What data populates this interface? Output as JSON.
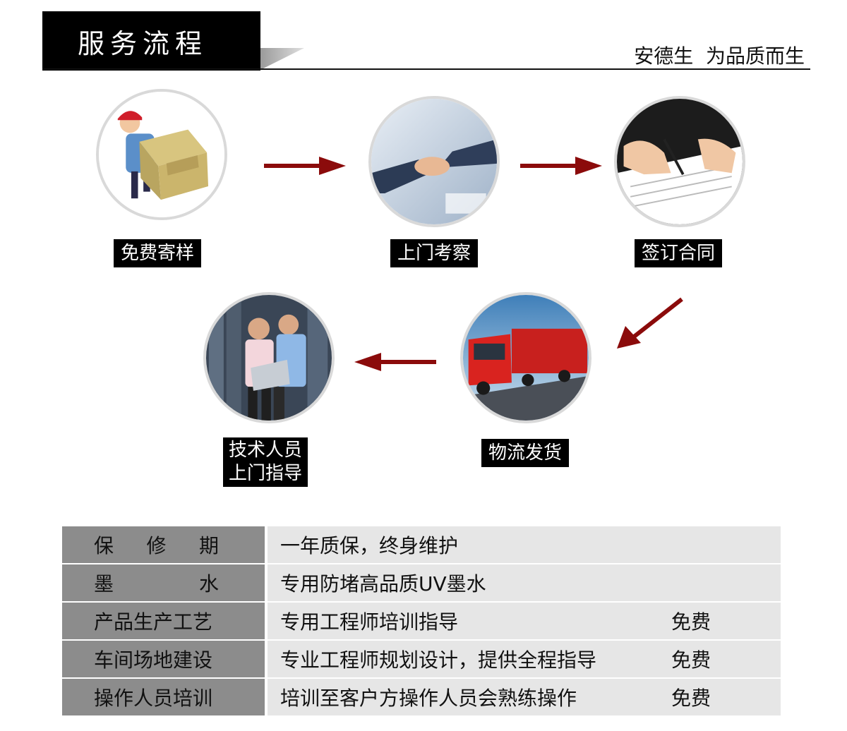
{
  "header": {
    "title": "服务流程",
    "slogan": "安德生  为品质而生"
  },
  "steps": [
    {
      "label": "免费寄样",
      "icon": "courier-with-box"
    },
    {
      "label": "上门考察",
      "icon": "handshake"
    },
    {
      "label": "签订合同",
      "icon": "signing-contract"
    },
    {
      "label": "物流发货",
      "icon": "red-cargo-truck"
    },
    {
      "label_lines": [
        "技术人员",
        "上门指导"
      ],
      "icon": "engineers-with-laptop"
    }
  ],
  "colors": {
    "arrow": "#8b0b0b",
    "label_bg": "#000000",
    "key_bg": "#8c8c8c",
    "value_bg": "#e6e6e6"
  },
  "table": [
    {
      "key": "保修期",
      "value": "一年质保，终身维护",
      "note": ""
    },
    {
      "key": "墨水",
      "value": "专用防堵高品质UV墨水",
      "note": ""
    },
    {
      "key": "产品生产工艺",
      "value": "专用工程师培训指导",
      "note": "免费"
    },
    {
      "key": "车间场地建设",
      "value": "专业工程师规划设计，提供全程指导",
      "note": "免费"
    },
    {
      "key": "操作人员培训",
      "value": "培训至客户方操作人员会熟练操作",
      "note": "免费"
    }
  ]
}
